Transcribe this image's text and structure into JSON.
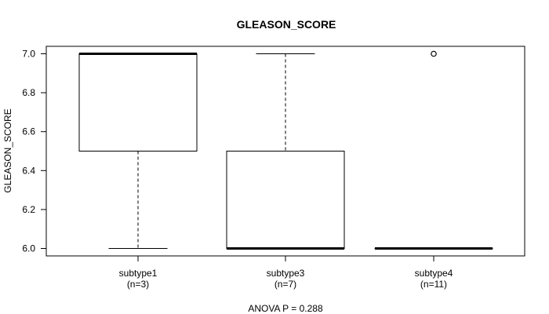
{
  "chart_data": {
    "type": "box",
    "title": "GLEASON_SCORE",
    "ylabel": "GLEASON_SCORE",
    "xlabel": "",
    "ylim": [
      5.96,
      7.04
    ],
    "yticks": [
      "6.0",
      "6.2",
      "6.4",
      "6.6",
      "6.8",
      "7.0"
    ],
    "grid": false,
    "categories": [
      {
        "name": "subtype1",
        "n": "(n=3)"
      },
      {
        "name": "subtype3",
        "n": "(n=7)"
      },
      {
        "name": "subtype4",
        "n": "(n=11)"
      }
    ],
    "boxes": [
      {
        "category": "subtype1",
        "whisker_low": 6.0,
        "q1": 6.5,
        "median": 7.0,
        "q3": 7.0,
        "whisker_high": 7.0,
        "outliers": []
      },
      {
        "category": "subtype3",
        "whisker_low": 6.0,
        "q1": 6.0,
        "median": 6.0,
        "q3": 6.5,
        "whisker_high": 7.0,
        "outliers": []
      },
      {
        "category": "subtype4",
        "whisker_low": 6.0,
        "q1": 6.0,
        "median": 6.0,
        "q3": 6.0,
        "whisker_high": 6.0,
        "outliers": [
          7.0
        ]
      }
    ],
    "footer": "ANOVA P = 0.288"
  }
}
